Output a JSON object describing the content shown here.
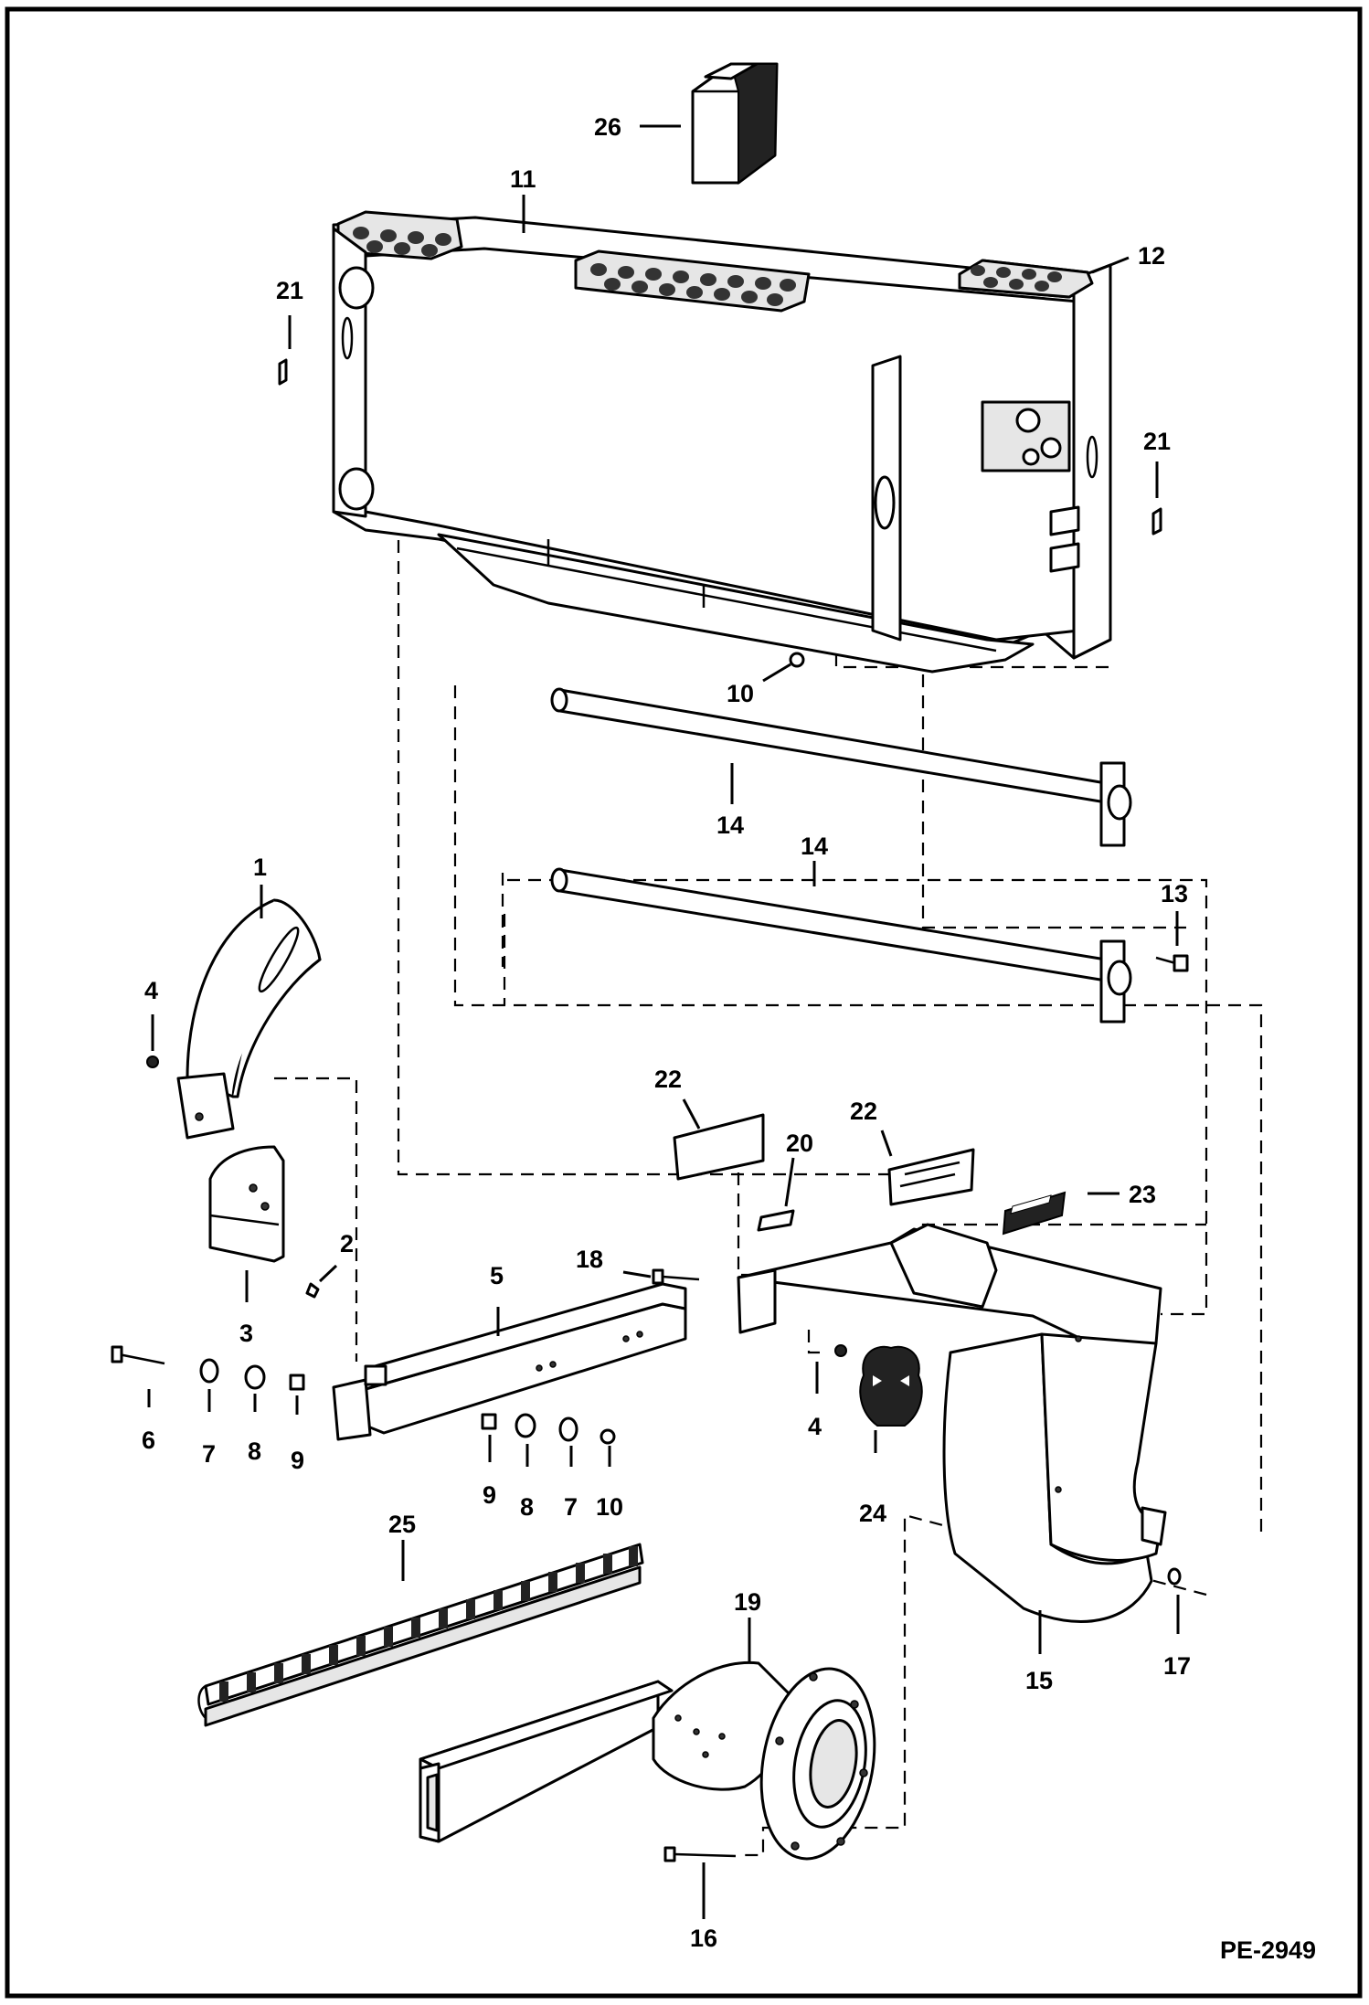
{
  "diagram": {
    "reference": "PE-2949",
    "callouts": [
      "1",
      "2",
      "3",
      "4",
      "4",
      "5",
      "6",
      "7",
      "7",
      "8",
      "8",
      "9",
      "9",
      "10",
      "10",
      "11",
      "12",
      "13",
      "14",
      "14",
      "15",
      "16",
      "17",
      "18",
      "19",
      "20",
      "21",
      "21",
      "22",
      "22",
      "23",
      "24",
      "25",
      "26"
    ]
  }
}
